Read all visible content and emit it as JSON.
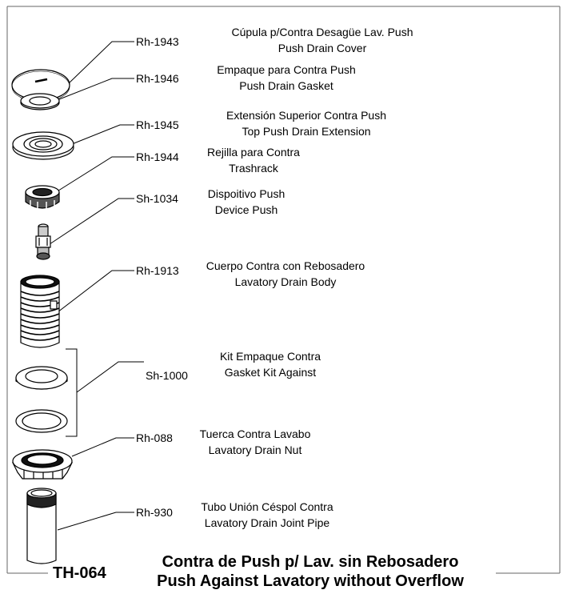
{
  "parts": [
    {
      "code": "Rh-1943",
      "es": "Cúpula p/Contra Desagüe Lav. Push",
      "en": "Push Drain Cover"
    },
    {
      "code": "Rh-1946",
      "es": "Empaque para Contra Push",
      "en": "Push Drain Gasket"
    },
    {
      "code": "Rh-1945",
      "es": "Extensión Superior Contra Push",
      "en": "Top Push Drain Extension"
    },
    {
      "code": "Rh-1944",
      "es": "Rejilla para Contra",
      "en": "Trashrack"
    },
    {
      "code": "Sh-1034",
      "es": "Dispoitivo Push",
      "en": "Device Push"
    },
    {
      "code": "Rh-1913",
      "es": "Cuerpo Contra con Rebosadero",
      "en": "Lavatory Drain Body"
    },
    {
      "code": "Sh-1000",
      "es": "Kit Empaque Contra",
      "en": "Gasket Kit Against"
    },
    {
      "code": "Rh-088",
      "es": "Tuerca Contra Lavabo",
      "en": "Lavatory Drain Nut"
    },
    {
      "code": "Rh-930",
      "es": "Tubo Unión Céspol Contra",
      "en": "Lavatory Drain Joint Pipe"
    }
  ],
  "model": "TH-064",
  "title_es": "Contra de Push p/ Lav. sin Rebosadero",
  "title_en": "Push Against Lavatory without Overflow"
}
